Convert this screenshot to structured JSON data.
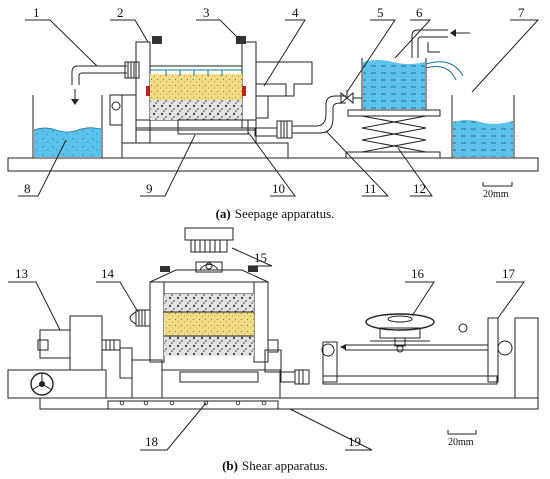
{
  "labels": [
    "1",
    "2",
    "3",
    "4",
    "5",
    "6",
    "7",
    "8",
    "9",
    "10",
    "11",
    "12",
    "13",
    "14",
    "15",
    "16",
    "17",
    "18",
    "19"
  ],
  "captions": {
    "a": {
      "tag": "(a)",
      "text": "Seepage apparatus."
    },
    "b": {
      "tag": "(b)",
      "text": "Shear apparatus."
    }
  },
  "scale_bars": {
    "a": "20mm",
    "b": "20mm"
  },
  "colors": {
    "water": "#5bc2ec",
    "sand": "#f3dc85",
    "gravel": "#d8d8d8",
    "hatch": "#222222",
    "porous_plate": "#6fc0e8"
  }
}
